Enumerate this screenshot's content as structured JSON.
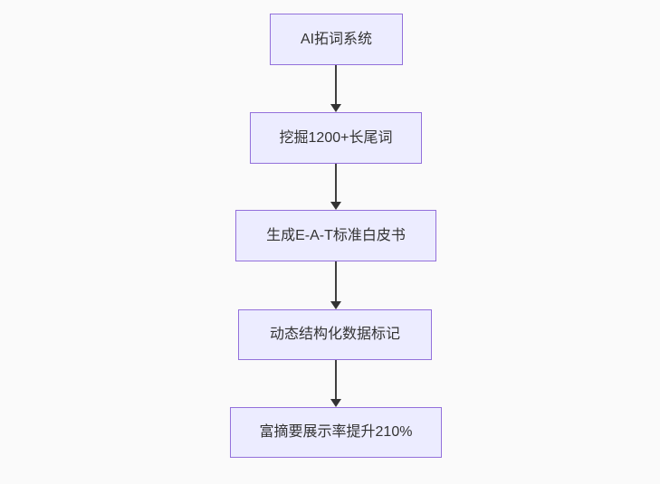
{
  "flowchart": {
    "type": "flowchart",
    "direction": "top-down",
    "nodes": [
      {
        "id": "A",
        "label": "AI拓词系统"
      },
      {
        "id": "B",
        "label": "挖掘1200+长尾词"
      },
      {
        "id": "C",
        "label": "生成E-A-T标准白皮书"
      },
      {
        "id": "D",
        "label": "动态结构化数据标记"
      },
      {
        "id": "E",
        "label": "富摘要展示率提升210%"
      }
    ],
    "edges": [
      {
        "from": "A",
        "to": "B"
      },
      {
        "from": "B",
        "to": "C"
      },
      {
        "from": "C",
        "to": "D"
      },
      {
        "from": "D",
        "to": "E"
      }
    ],
    "colors": {
      "background": "#fafafa",
      "node_fill": "#ECECFF",
      "node_border": "#9370DB",
      "node_text": "#333333",
      "arrow": "#333333"
    }
  }
}
